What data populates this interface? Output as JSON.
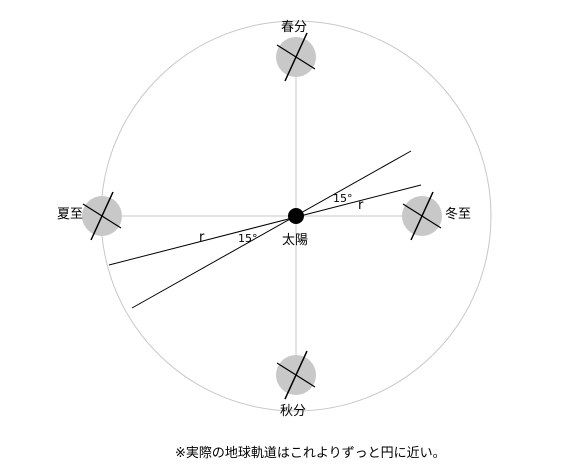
{
  "labels": {
    "spring_equinox": "春分",
    "summer_solstice": "夏至",
    "autumn_equinox": "秋分",
    "winter_solstice": "冬至",
    "sun": "太陽",
    "radius_left": "r",
    "radius_right": "r",
    "angle_left": "15°",
    "angle_right": "15°"
  },
  "footnote": "※実際の地球軌道はこれよりずっと円に近い。",
  "colors": {
    "orbit": "#c8c8c8",
    "earth": "#c8c8c8",
    "sun": "#000000",
    "lines": "#000000"
  }
}
